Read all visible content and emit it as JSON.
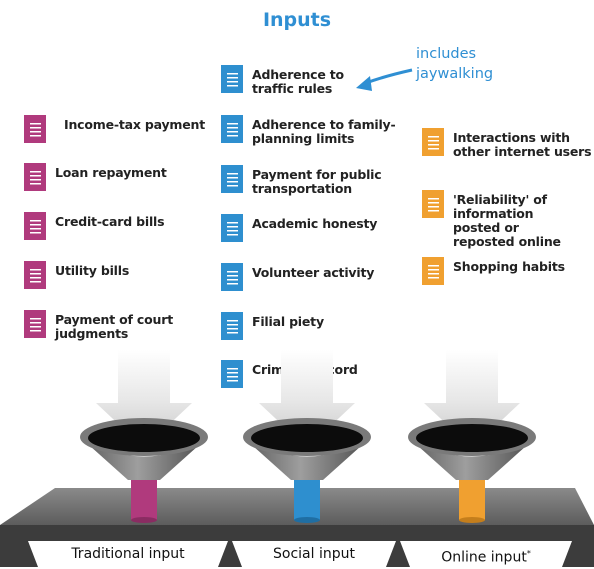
{
  "title": "Inputs",
  "annotation": {
    "line1": "includes",
    "line2": "jaywalking"
  },
  "colors": {
    "traditional": "#b03a7d",
    "social": "#2e8fcf",
    "online": "#f0a030",
    "accent": "#2f8fd3"
  },
  "icon": "document-icon",
  "traditional": {
    "items": [
      "Income-tax payment",
      "Loan repayment",
      "Credit-card bills",
      "Utility bills",
      "Payment of court judgments"
    ]
  },
  "social": {
    "items": [
      "Adherence to traffic rules",
      "Adherence to family-planning limits",
      "Payment for public transportation",
      "Academic honesty",
      "Volunteer activity",
      "Filial piety",
      "Criminal record"
    ]
  },
  "online": {
    "items": [
      "Interactions with other internet users",
      "'Reliability' of information posted or reposted online",
      "Shopping habits"
    ]
  },
  "base": {
    "traditional_label": "Traditional input",
    "social_label": "Social input",
    "online_label": "Online input",
    "online_mark": "*"
  }
}
